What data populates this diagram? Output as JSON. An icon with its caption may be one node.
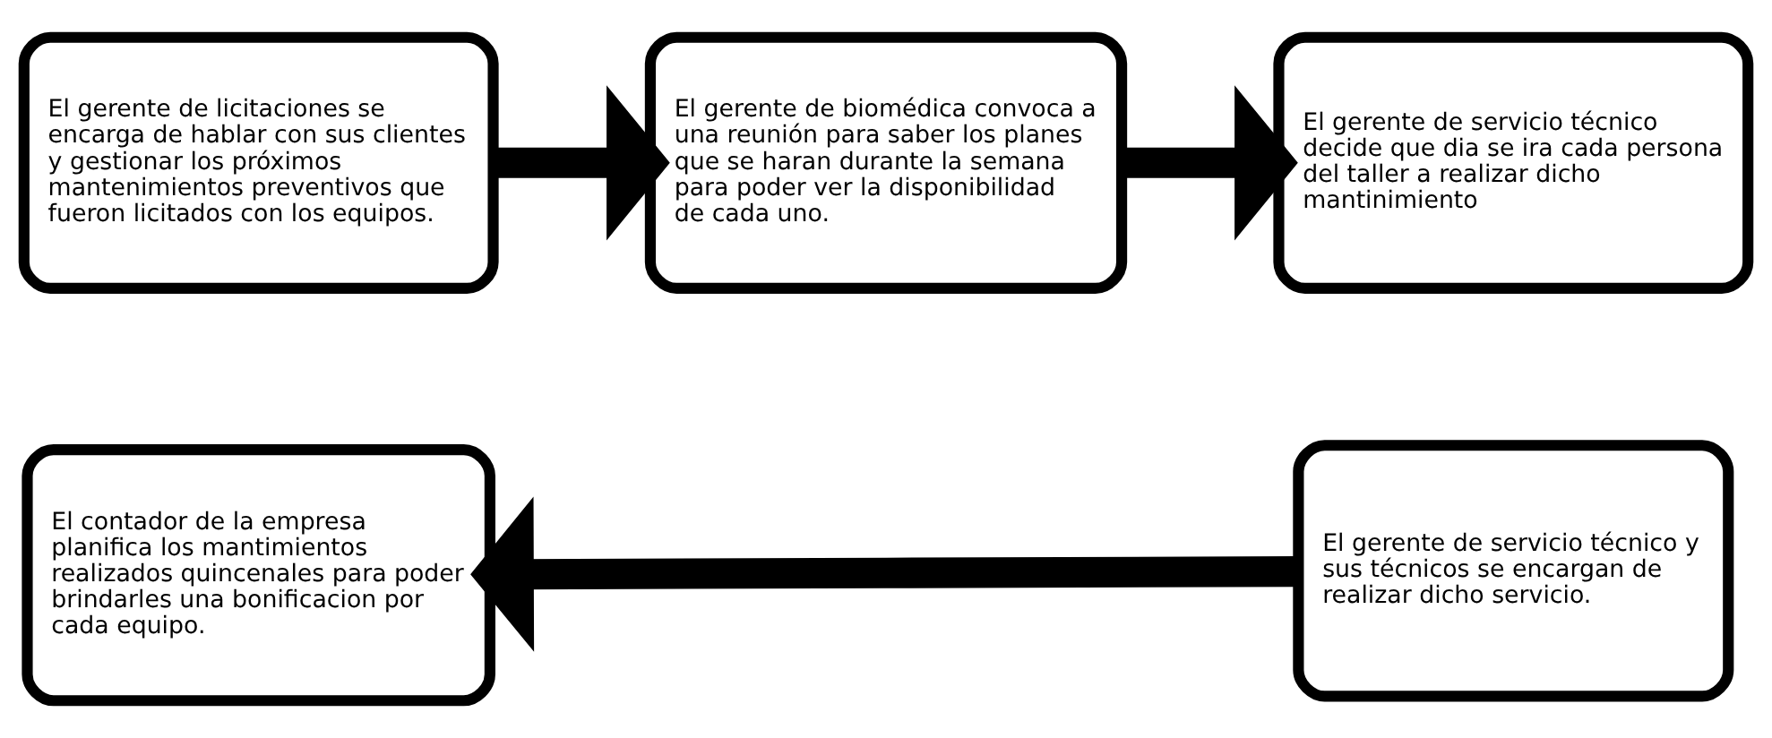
{
  "diagram": {
    "nodes": [
      {
        "text": [
          "El gerente de licitaciones se encarga de hablar con sus clientes y gestionar los próximos mantenimientos preventivos que fueron licitados con los equipos."
        ]
      },
      {
        "text": [
          "El gerente de biomédica convoca a una reunión para saber los planes que se haran durante la semana para poder ver la disponibilidad de cada uno."
        ]
      },
      {
        "text": [
          "El gerente de servicio técnico decide que dia se ira cada persona del taller a realizar dicho mantinimiento"
        ]
      },
      {
        "text": [
          "El contador de la empresa planifica los mantimientos realizados quincenales para poder brindarles una bonificacion por cada equipo."
        ]
      },
      {
        "text": [
          "El gerente de servicio técnico y sus técnicos se encargan de realizar dicho servicio."
        ]
      }
    ],
    "edges": [
      {
        "from": 0,
        "to": 1,
        "arrow": "to"
      },
      {
        "from": 1,
        "to": 2,
        "arrow": "to"
      },
      {
        "from": 4,
        "to": 3,
        "arrow": "to"
      }
    ]
  }
}
